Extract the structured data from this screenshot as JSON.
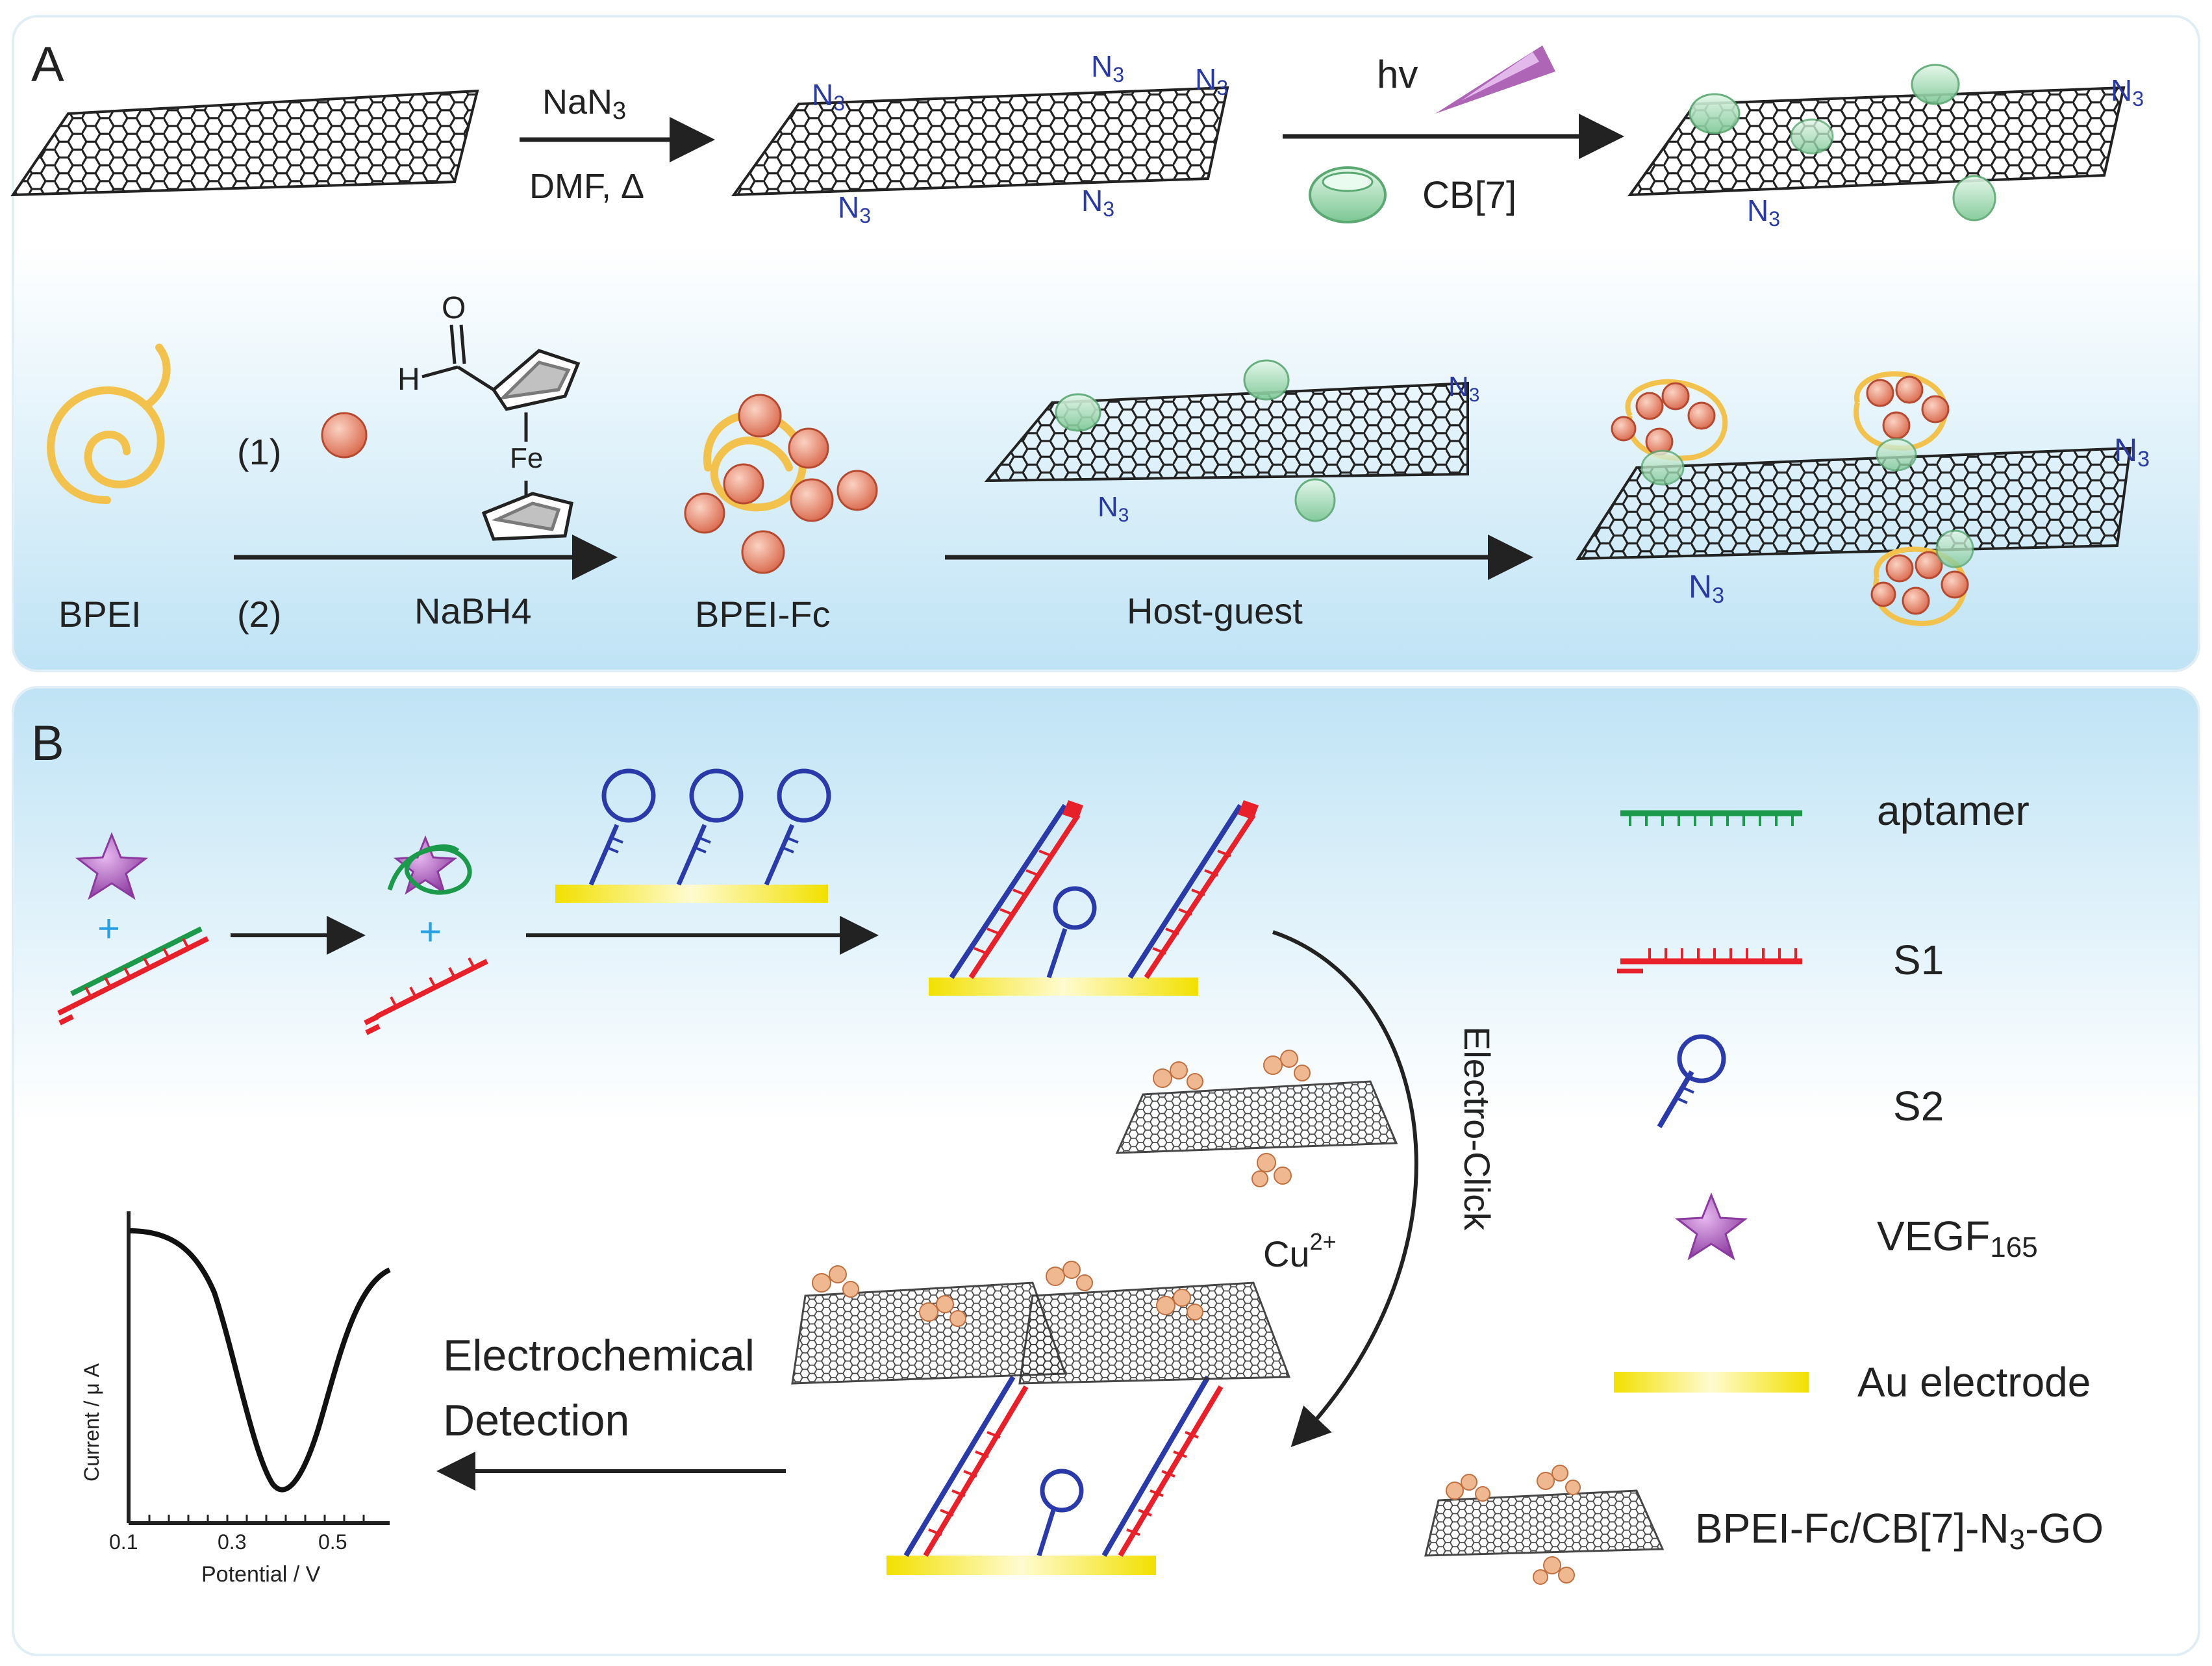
{
  "panelA": {
    "label": "A",
    "step1_top": "NaN",
    "step1_top_sub": "3",
    "step1_bottom": "DMF, Δ",
    "step2_top": "hv",
    "step2_bottom": "CB[7]",
    "n3": "N",
    "n3_sub": "3",
    "bpei": "BPEI",
    "step3_a": "(1)",
    "step3_b": "(2)",
    "step3_reagent": "NaBH4",
    "ald_O": "O",
    "ald_H": "H",
    "fe": "Fe",
    "bpeifc": "BPEI-Fc",
    "hostguest": "Host-guest"
  },
  "panelB": {
    "label": "B",
    "plus": "+",
    "electro_click": "Electro-Click",
    "cu": "Cu",
    "cu_sup": "2+",
    "detection_1": "Electrochemical",
    "detection_2": "Detection",
    "plot": {
      "ylabel": "Current / μ A",
      "xlabel": "Potential / V",
      "xticks": [
        "0.1",
        "0.3",
        "0.5"
      ]
    },
    "legend": [
      {
        "label": "aptamer"
      },
      {
        "label": "S1"
      },
      {
        "label": "S2"
      },
      {
        "label": "VEGF",
        "sub": "165"
      },
      {
        "label": "Au electrode"
      },
      {
        "label": "BPEI-Fc/CB[7]-N",
        "sub": "3",
        "tail": "-GO"
      }
    ]
  },
  "colors": {
    "aptamer": "#1a9a4a",
    "s1": "#e8202a",
    "s2": "#2a3aa8",
    "vegf": "#b060c0",
    "gold": "#f5e41a",
    "cb7": "#9fd9b0",
    "fc_ball": "#e8806a",
    "bpei": "#f2c24c",
    "n3": "#2a3aa0",
    "hv": "#a04aa8"
  }
}
